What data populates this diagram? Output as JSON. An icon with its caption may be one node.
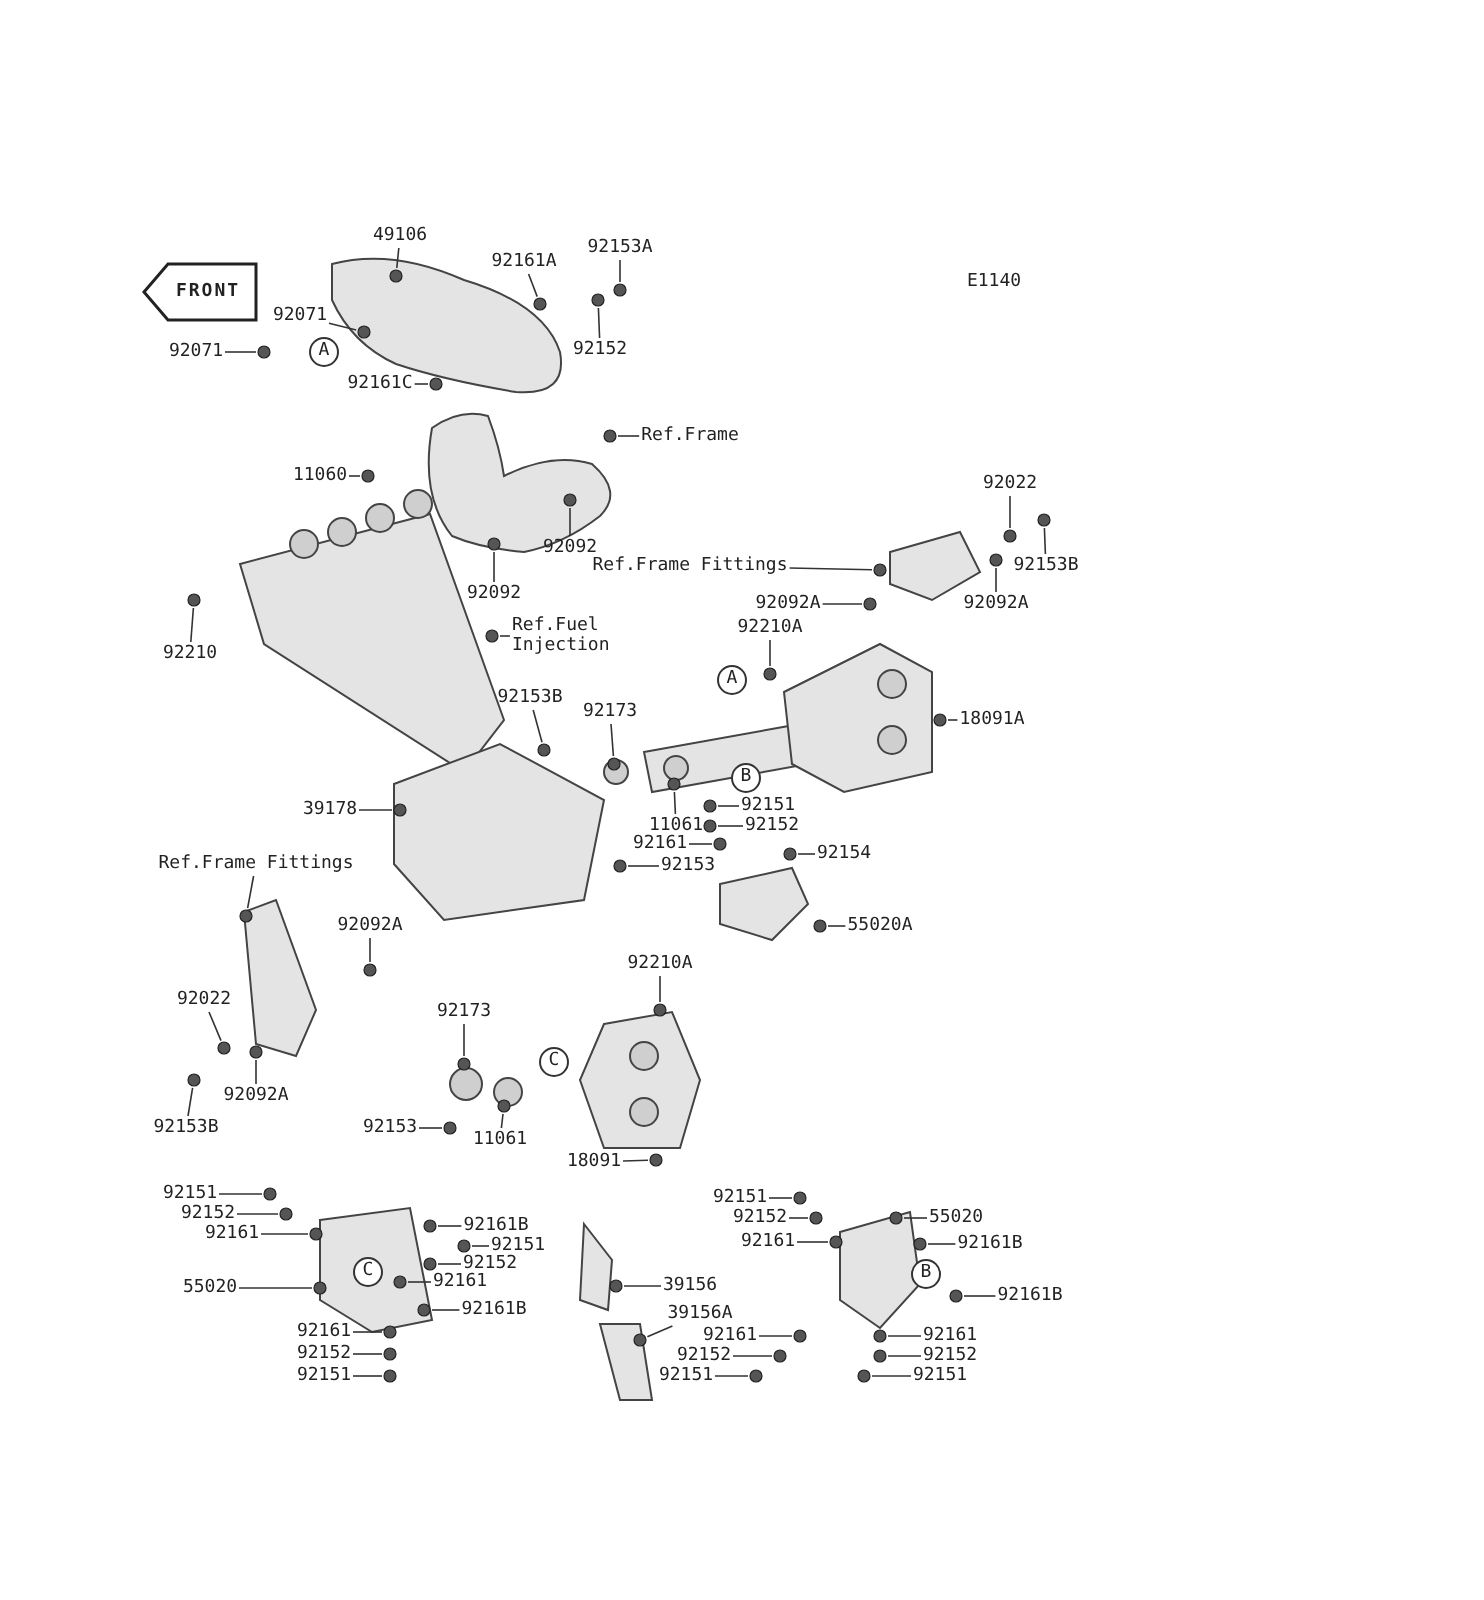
{
  "diagram": {
    "nodes": [
      {
        "text": [
          "92071"
        ]
      },
      {
        "text": [
          "49106"
        ]
      },
      {
        "text": [
          "92071"
        ]
      },
      {
        "text": [
          "92161A"
        ]
      },
      {
        "text": [
          "92153A"
        ]
      },
      {
        "text": [
          "92152"
        ]
      },
      {
        "text": [
          "92161C"
        ]
      },
      {
        "text": [
          "Ref.Frame"
        ]
      },
      {
        "text": [
          "11060"
        ]
      },
      {
        "text": [
          "92092"
        ]
      },
      {
        "text": [
          "92092"
        ]
      },
      {
        "text": [
          "92022"
        ]
      },
      {
        "text": [
          "92153B"
        ]
      },
      {
        "text": [
          "Ref.Frame Fittings"
        ]
      },
      {
        "text": [
          "92092A"
        ]
      },
      {
        "text": [
          "92092A"
        ]
      },
      {
        "text": [
          "92210A"
        ]
      },
      {
        "text": [
          "92210"
        ]
      },
      {
        "text": [
          "Ref.Fuel Injection"
        ]
      },
      {
        "text": [
          "92153B"
        ]
      },
      {
        "text": [
          "92173"
        ]
      },
      {
        "text": [
          "18091A"
        ]
      },
      {
        "text": [
          "39178"
        ]
      },
      {
        "text": [
          "11061"
        ]
      },
      {
        "text": [
          "92151"
        ]
      },
      {
        "text": [
          "92152"
        ]
      },
      {
        "text": [
          "92161"
        ]
      },
      {
        "text": [
          "92153"
        ]
      },
      {
        "text": [
          "92154"
        ]
      },
      {
        "text": [
          "55020A"
        ]
      },
      {
        "text": [
          "Ref.Frame Fittings"
        ]
      },
      {
        "text": [
          "92092A"
        ]
      },
      {
        "text": [
          "92210A"
        ]
      },
      {
        "text": [
          "92022"
        ]
      },
      {
        "text": [
          "92173"
        ]
      },
      {
        "text": [
          "92092A"
        ]
      },
      {
        "text": [
          "92153B"
        ]
      },
      {
        "text": [
          "92153"
        ]
      },
      {
        "text": [
          "11061"
        ]
      },
      {
        "text": [
          "18091"
        ]
      },
      {
        "text": [
          "92151"
        ]
      },
      {
        "text": [
          "92152"
        ]
      },
      {
        "text": [
          "92161"
        ]
      },
      {
        "text": [
          "92161B"
        ]
      },
      {
        "text": [
          "92151"
        ]
      },
      {
        "text": [
          "92152"
        ]
      },
      {
        "text": [
          "92161"
        ]
      },
      {
        "text": [
          "55020"
        ]
      },
      {
        "text": [
          "92161B"
        ]
      },
      {
        "text": [
          "39156"
        ]
      },
      {
        "text": [
          "39156A"
        ]
      },
      {
        "text": [
          "92161"
        ]
      },
      {
        "text": [
          "92152"
        ]
      },
      {
        "text": [
          "92151"
        ]
      },
      {
        "text": [
          "92151"
        ]
      },
      {
        "text": [
          "92152"
        ]
      },
      {
        "text": [
          "92161"
        ]
      },
      {
        "text": [
          "55020"
        ]
      },
      {
        "text": [
          "92161B"
        ]
      },
      {
        "text": [
          "92161B"
        ]
      },
      {
        "text": [
          "92161"
        ]
      },
      {
        "text": [
          "92152"
        ]
      },
      {
        "text": [
          "92151"
        ]
      },
      {
        "text": [
          "92161"
        ]
      },
      {
        "text": [
          "92152"
        ]
      },
      {
        "text": [
          "92151"
        ]
      },
      {
        "text": [],
        "shape": "circle"
      },
      {
        "text": [],
        "shape": "circle"
      },
      {
        "text": [],
        "shape": "circle"
      },
      {
        "text": [],
        "shape": "circle"
      },
      {
        "text": [],
        "shape": "circle"
      },
      {
        "text": [],
        "shape": "circle"
      },
      {
        "text": [],
        "shape": "circle"
      },
      {
        "text": [],
        "shape": "circle"
      },
      {
        "text": [],
        "shape": "circle"
      },
      {
        "text": [],
        "shape": "circle"
      },
      {
        "text": [],
        "shape": "circle"
      },
      {
        "text": [],
        "shape": "circle"
      },
      {
        "text": [],
        "shape": "circle"
      },
      {
        "text": [],
        "shape": "circle"
      },
      {
        "text": [],
        "shape": "circle"
      },
      {
        "text": [],
        "shape": "circle"
      },
      {
        "text": [],
        "shape": "circle"
      },
      {
        "text": [],
        "shape": "circle"
      },
      {
        "text": [],
        "shape": "circle"
      },
      {
        "text": [],
        "shape": "circle"
      },
      {
        "text": [],
        "shape": "circle"
      },
      {
        "text": [],
        "shape": "circle"
      },
      {
        "text": [],
        "shape": "circle"
      },
      {
        "text": [],
        "shape": "circle"
      },
      {
        "text": [],
        "shape": "circle"
      },
      {
        "text": [],
        "shape": "circle"
      },
      {
        "text": [],
        "shape": "circle"
      },
      {
        "text": [],
        "shape": "circle"
      },
      {
        "text": [],
        "shape": "circle"
      },
      {
        "text": [],
        "shape": "circle"
      },
      {
        "text": [],
        "shape": "circle"
      },
      {
        "text": [],
        "shape": "circle"
      },
      {
        "text": [],
        "shape": "circle"
      },
      {
        "text": [],
        "shape": "circle"
      },
      {
        "text": [],
        "shape": "circle"
      },
      {
        "text": [],
        "shape": "circle"
      },
      {
        "text": [],
        "shape": "circle"
      },
      {
        "text": [],
        "shape": "circle"
      },
      {
        "text": [],
        "shape": "circle"
      },
      {
        "text": [],
        "shape": "circle"
      },
      {
        "text": [],
        "shape": "circle"
      },
      {
        "text": [],
        "shape": "circle"
      },
      {
        "text": [],
        "shape": "circle"
      },
      {
        "text": [],
        "shape": "circle"
      },
      {
        "text": [],
        "shape": "circle"
      },
      {
        "text": [],
        "shape": "circle"
      },
      {
        "text": [],
        "shape": "circle"
      },
      {
        "text": [],
        "shape": "circle"
      },
      {
        "text": [],
        "shape": "circle"
      },
      {
        "text": [],
        "shape": "circle"
      },
      {
        "text": [],
        "shape": "circle"
      },
      {
        "text": [],
        "shape": "circle"
      },
      {
        "text": [],
        "shape": "circle"
      },
      {
        "text": [],
        "shape": "circle"
      },
      {
        "text": [],
        "shape": "circle"
      },
      {
        "text": [],
        "shape": "circle"
      },
      {
        "text": [],
        "shape": "circle"
      },
      {
        "text": [],
        "shape": "circle"
      },
      {
        "text": [],
        "shape": "circle"
      },
      {
        "text": [],
        "shape": "circle"
      },
      {
        "text": [],
        "shape": "circle"
      },
      {
        "text": [],
        "shape": "circle"
      },
      {
        "text": [],
        "shape": "circle"
      },
      {
        "text": [],
        "shape": "circle"
      },
      {
        "text": [],
        "shape": "circle"
      },
      {
        "text": [],
        "shape": "circle"
      }
    ],
    "edges": [
      {
        "from": 0,
        "to": 66,
        "arrow": "none"
      },
      {
        "from": 1,
        "to": 67,
        "arrow": "none"
      },
      {
        "from": 2,
        "to": 68,
        "arrow": "none"
      },
      {
        "from": 3,
        "to": 69,
        "arrow": "none"
      },
      {
        "from": 4,
        "to": 70,
        "arrow": "none"
      },
      {
        "from": 5,
        "to": 71,
        "arrow": "none"
      },
      {
        "from": 6,
        "to": 72,
        "arrow": "none"
      },
      {
        "from": 7,
        "to": 73,
        "arrow": "none"
      },
      {
        "from": 8,
        "to": 74,
        "arrow": "none"
      },
      {
        "from": 9,
        "to": 75,
        "arrow": "none"
      },
      {
        "from": 10,
        "to": 76,
        "arrow": "none"
      },
      {
        "from": 11,
        "to": 77,
        "arrow": "none"
      },
      {
        "from": 12,
        "to": 78,
        "arrow": "none"
      },
      {
        "from": 13,
        "to": 79,
        "arrow": "none"
      },
      {
        "from": 14,
        "to": 80,
        "arrow": "none"
      },
      {
        "from": 15,
        "to": 81,
        "arrow": "none"
      },
      {
        "from": 16,
        "to": 82,
        "arrow": "none"
      },
      {
        "from": 17,
        "to": 83,
        "arrow": "none"
      },
      {
        "from": 18,
        "to": 84,
        "arrow": "none"
      },
      {
        "from": 19,
        "to": 85,
        "arrow": "none"
      },
      {
        "from": 20,
        "to": 86,
        "arrow": "none"
      },
      {
        "from": 21,
        "to": 87,
        "arrow": "none"
      },
      {
        "from": 22,
        "to": 88,
        "arrow": "none"
      },
      {
        "from": 23,
        "to": 89,
        "arrow": "none"
      },
      {
        "from": 24,
        "to": 90,
        "arrow": "none"
      },
      {
        "from": 25,
        "to": 91,
        "arrow": "none"
      },
      {
        "from": 26,
        "to": 92,
        "arrow": "none"
      },
      {
        "from": 27,
        "to": 93,
        "arrow": "none"
      },
      {
        "from": 28,
        "to": 94,
        "arrow": "none"
      },
      {
        "from": 29,
        "to": 95,
        "arrow": "none"
      },
      {
        "from": 30,
        "to": 96,
        "arrow": "none"
      },
      {
        "from": 31,
        "to": 97,
        "arrow": "none"
      },
      {
        "from": 32,
        "to": 98,
        "arrow": "none"
      },
      {
        "from": 33,
        "to": 99,
        "arrow": "none"
      },
      {
        "from": 34,
        "to": 100,
        "arrow": "none"
      },
      {
        "from": 35,
        "to": 101,
        "arrow": "none"
      },
      {
        "from": 36,
        "to": 102,
        "arrow": "none"
      },
      {
        "from": 37,
        "to": 103,
        "arrow": "none"
      },
      {
        "from": 38,
        "to": 104,
        "arrow": "none"
      },
      {
        "from": 39,
        "to": 105,
        "arrow": "none"
      },
      {
        "from": 40,
        "to": 106,
        "arrow": "none"
      },
      {
        "from": 41,
        "to": 107,
        "arrow": "none"
      },
      {
        "from": 42,
        "to": 108,
        "arrow": "none"
      },
      {
        "from": 43,
        "to": 109,
        "arrow": "none"
      },
      {
        "from": 44,
        "to": 110,
        "arrow": "none"
      },
      {
        "from": 45,
        "to": 111,
        "arrow": "none"
      },
      {
        "from": 46,
        "to": 112,
        "arrow": "none"
      },
      {
        "from": 47,
        "to": 113,
        "arrow": "none"
      },
      {
        "from": 48,
        "to": 114,
        "arrow": "none"
      },
      {
        "from": 49,
        "to": 115,
        "arrow": "none"
      },
      {
        "from": 50,
        "to": 116,
        "arrow": "none"
      },
      {
        "from": 51,
        "to": 117,
        "arrow": "none"
      },
      {
        "from": 52,
        "to": 118,
        "arrow": "none"
      },
      {
        "from": 53,
        "to": 119,
        "arrow": "none"
      },
      {
        "from": 54,
        "to": 120,
        "arrow": "none"
      },
      {
        "from": 55,
        "to": 121,
        "arrow": "none"
      },
      {
        "from": 56,
        "to": 122,
        "arrow": "none"
      },
      {
        "from": 57,
        "to": 123,
        "arrow": "none"
      },
      {
        "from": 58,
        "to": 124,
        "arrow": "none"
      },
      {
        "from": 59,
        "to": 125,
        "arrow": "none"
      },
      {
        "from": 60,
        "to": 126,
        "arrow": "none"
      },
      {
        "from": 61,
        "to": 127,
        "arrow": "none"
      },
      {
        "from": 62,
        "to": 128,
        "arrow": "none"
      },
      {
        "from": 63,
        "to": 129,
        "arrow": "none"
      },
      {
        "from": 64,
        "to": 130,
        "arrow": "none"
      },
      {
        "from": 65,
        "to": 131,
        "arrow": "none"
      }
    ],
    "labels": [
      "E1140",
      "FRONT",
      "A",
      "A",
      "B",
      "C",
      "C",
      "B"
    ]
  }
}
